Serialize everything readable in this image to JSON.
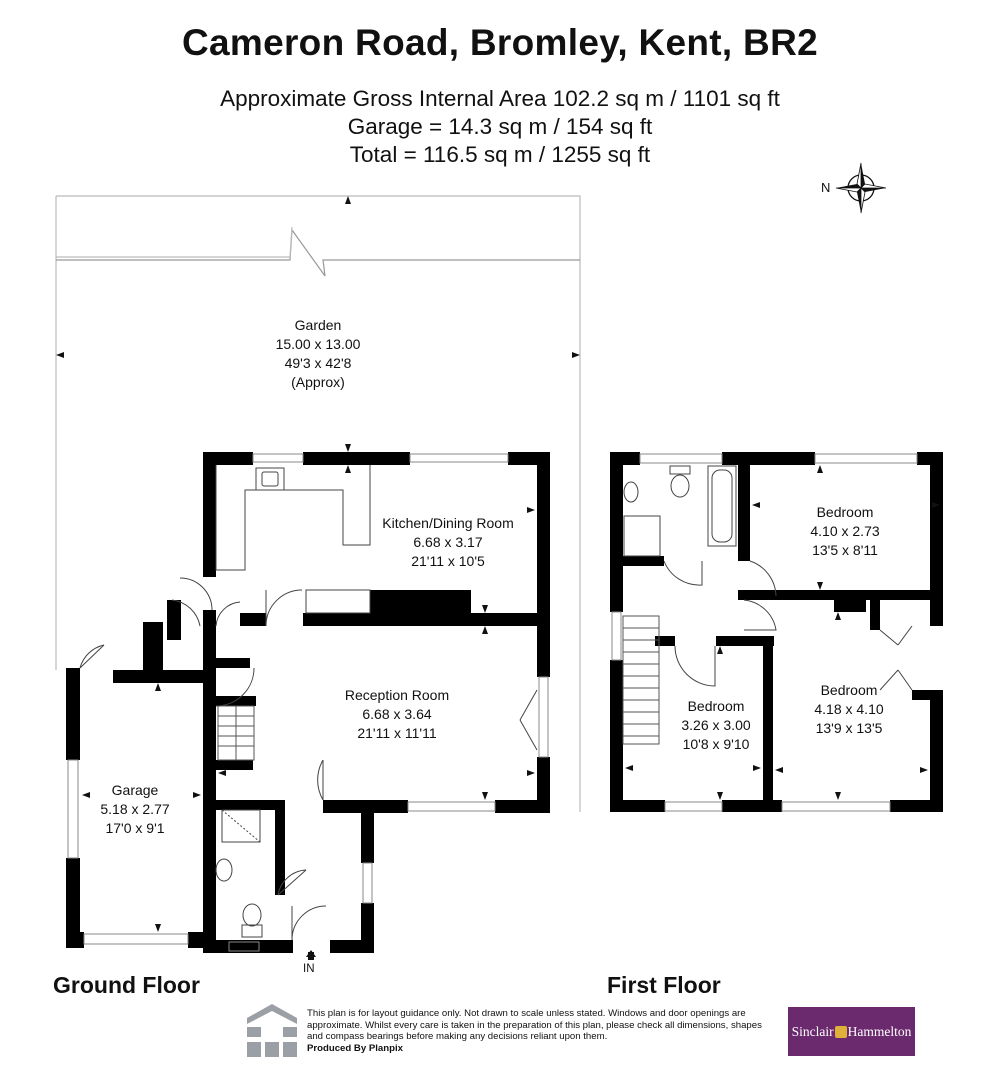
{
  "header": {
    "title": "Cameron Road, Bromley, Kent, BR2",
    "area_line": "Approximate Gross Internal Area 102.2 sq m / 1101 sq ft",
    "garage_line": "Garage = 14.3 sq m / 154 sq ft",
    "total_line": "Total = 116.5 sq m / 1255 sq ft"
  },
  "compass": {
    "label": "N"
  },
  "rooms": {
    "garden": {
      "name": "Garden",
      "metric": "15.00 x 13.00",
      "imperial": "49'3 x 42'8",
      "note": "(Approx)"
    },
    "kitchen": {
      "name": "Kitchen/Dining Room",
      "metric": "6.68 x 3.17",
      "imperial": "21'11 x 10'5"
    },
    "reception": {
      "name": "Reception Room",
      "metric": "6.68 x 3.64",
      "imperial": "21'11 x 11'11"
    },
    "garage": {
      "name": "Garage",
      "metric": "5.18 x 2.77",
      "imperial": "17'0 x 9'1"
    },
    "bedroom1": {
      "name": "Bedroom",
      "metric": "4.10 x 2.73",
      "imperial": "13'5 x 8'11"
    },
    "bedroom2": {
      "name": "Bedroom",
      "metric": "3.26 x 3.00",
      "imperial": "10'8 x 9'10"
    },
    "bedroom3": {
      "name": "Bedroom",
      "metric": "4.18 x 4.10",
      "imperial": "13'9 x 13'5"
    }
  },
  "entrance_label": "IN",
  "floors": {
    "ground": "Ground Floor",
    "first": "First Floor"
  },
  "footer": {
    "disclaimer": "This plan is for layout guidance only. Not drawn to scale unless stated. Windows and door openings are approximate. Whilst every care is taken in the preparation of this plan, please check all dimensions, shapes and compass bearings before making any decisions reliant upon them.",
    "producer": "Produced By Planpix",
    "logo_left": "Sinclair",
    "logo_right": "Hammelton",
    "logo_color": "#6b2a6e"
  }
}
